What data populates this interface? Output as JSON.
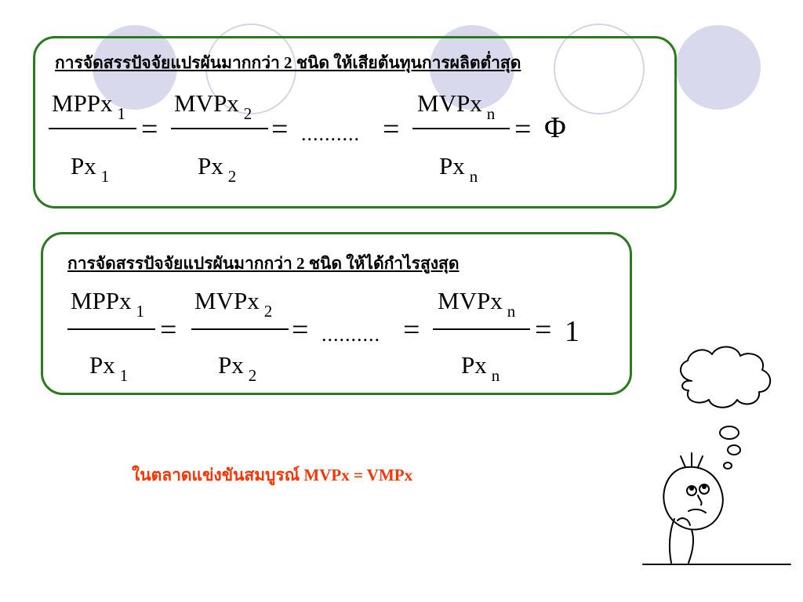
{
  "slide": {
    "box1": {
      "heading": "การจัดสรรปัจจัยแปรผันมากกว่า 2 ชนิด ให้เสียต้นทุนการผลิตต่ำสุด",
      "frac1": {
        "num": "MPPx",
        "num_sub": "1",
        "den": "Px",
        "den_sub": "1"
      },
      "frac2": {
        "num": "MVPx",
        "num_sub": "2",
        "den": "Px",
        "den_sub": "2"
      },
      "frac3": {
        "num": "MVPx",
        "num_sub": "n",
        "den": "Px",
        "den_sub": "n"
      },
      "equals": "=",
      "ellipsis": "..........",
      "result": "Φ"
    },
    "box2": {
      "heading": "การจัดสรรปัจจัยแปรผันมากกว่า 2 ชนิด ให้ได้กำไรสูงสุด",
      "frac1": {
        "num": "MPPx",
        "num_sub": "1",
        "den": "Px",
        "den_sub": "1"
      },
      "frac2": {
        "num": "MVPx",
        "num_sub": "2",
        "den": "Px",
        "den_sub": "2"
      },
      "frac3": {
        "num": "MVPx",
        "num_sub": "n",
        "den": "Px",
        "den_sub": "n"
      },
      "equals": "=",
      "ellipsis": "..........",
      "result": "1"
    },
    "note": "ในตลาดแข่งขันสมบูรณ์ MVPx = VMPx",
    "colors": {
      "box_border": "#2a7a1e",
      "note": "#ff3300",
      "decor": "#d9d9ee"
    },
    "icons": [
      "decorative-circles",
      "thinking-cartoon-icon"
    ]
  }
}
